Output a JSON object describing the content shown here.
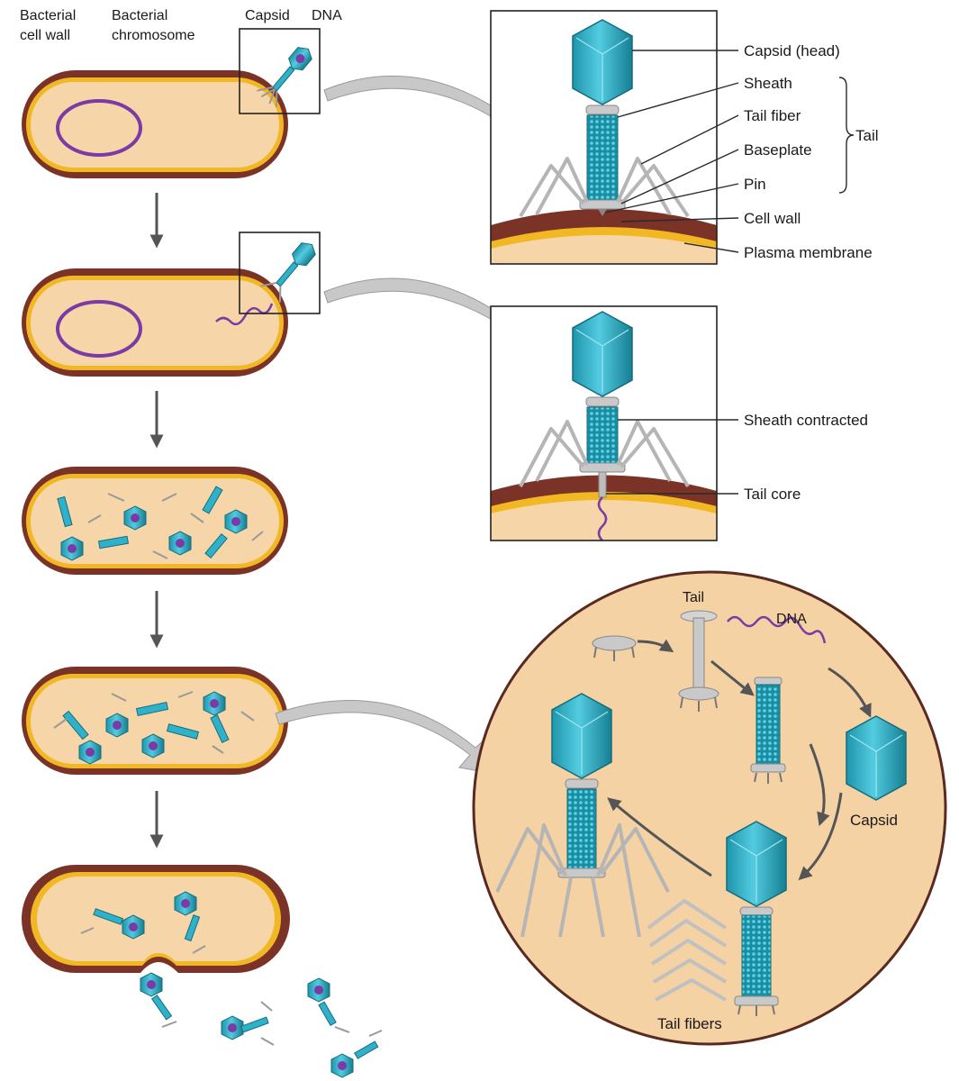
{
  "labels": {
    "bacterial_cell_wall_line1": "Bacterial",
    "bacterial_cell_wall_line2": "cell wall",
    "bacterial_chromosome_line1": "Bacterial",
    "bacterial_chromosome_line2": "chromosome",
    "capsid_top": "Capsid",
    "dna_top": "DNA",
    "capsid_head": "Capsid (head)",
    "sheath": "Sheath",
    "tail_fiber": "Tail fiber",
    "baseplate": "Baseplate",
    "pin": "Pin",
    "tail_bracket": "Tail",
    "cell_wall": "Cell wall",
    "plasma_membrane": "Plasma membrane",
    "sheath_contracted": "Sheath contracted",
    "tail_core": "Tail core",
    "assembly_tail": "Tail",
    "assembly_dna": "DNA",
    "assembly_capsid": "Capsid",
    "assembly_tail_fibers": "Tail fibers"
  },
  "colors": {
    "cytoplasm": "#f6d6a8",
    "cell_wall": "#7a3326",
    "plasma_membrane": "#f2b824",
    "capsid": "#2fb2c9",
    "chromosome": "#7b3aa6",
    "zoom_circle": "#f4d2a4"
  }
}
